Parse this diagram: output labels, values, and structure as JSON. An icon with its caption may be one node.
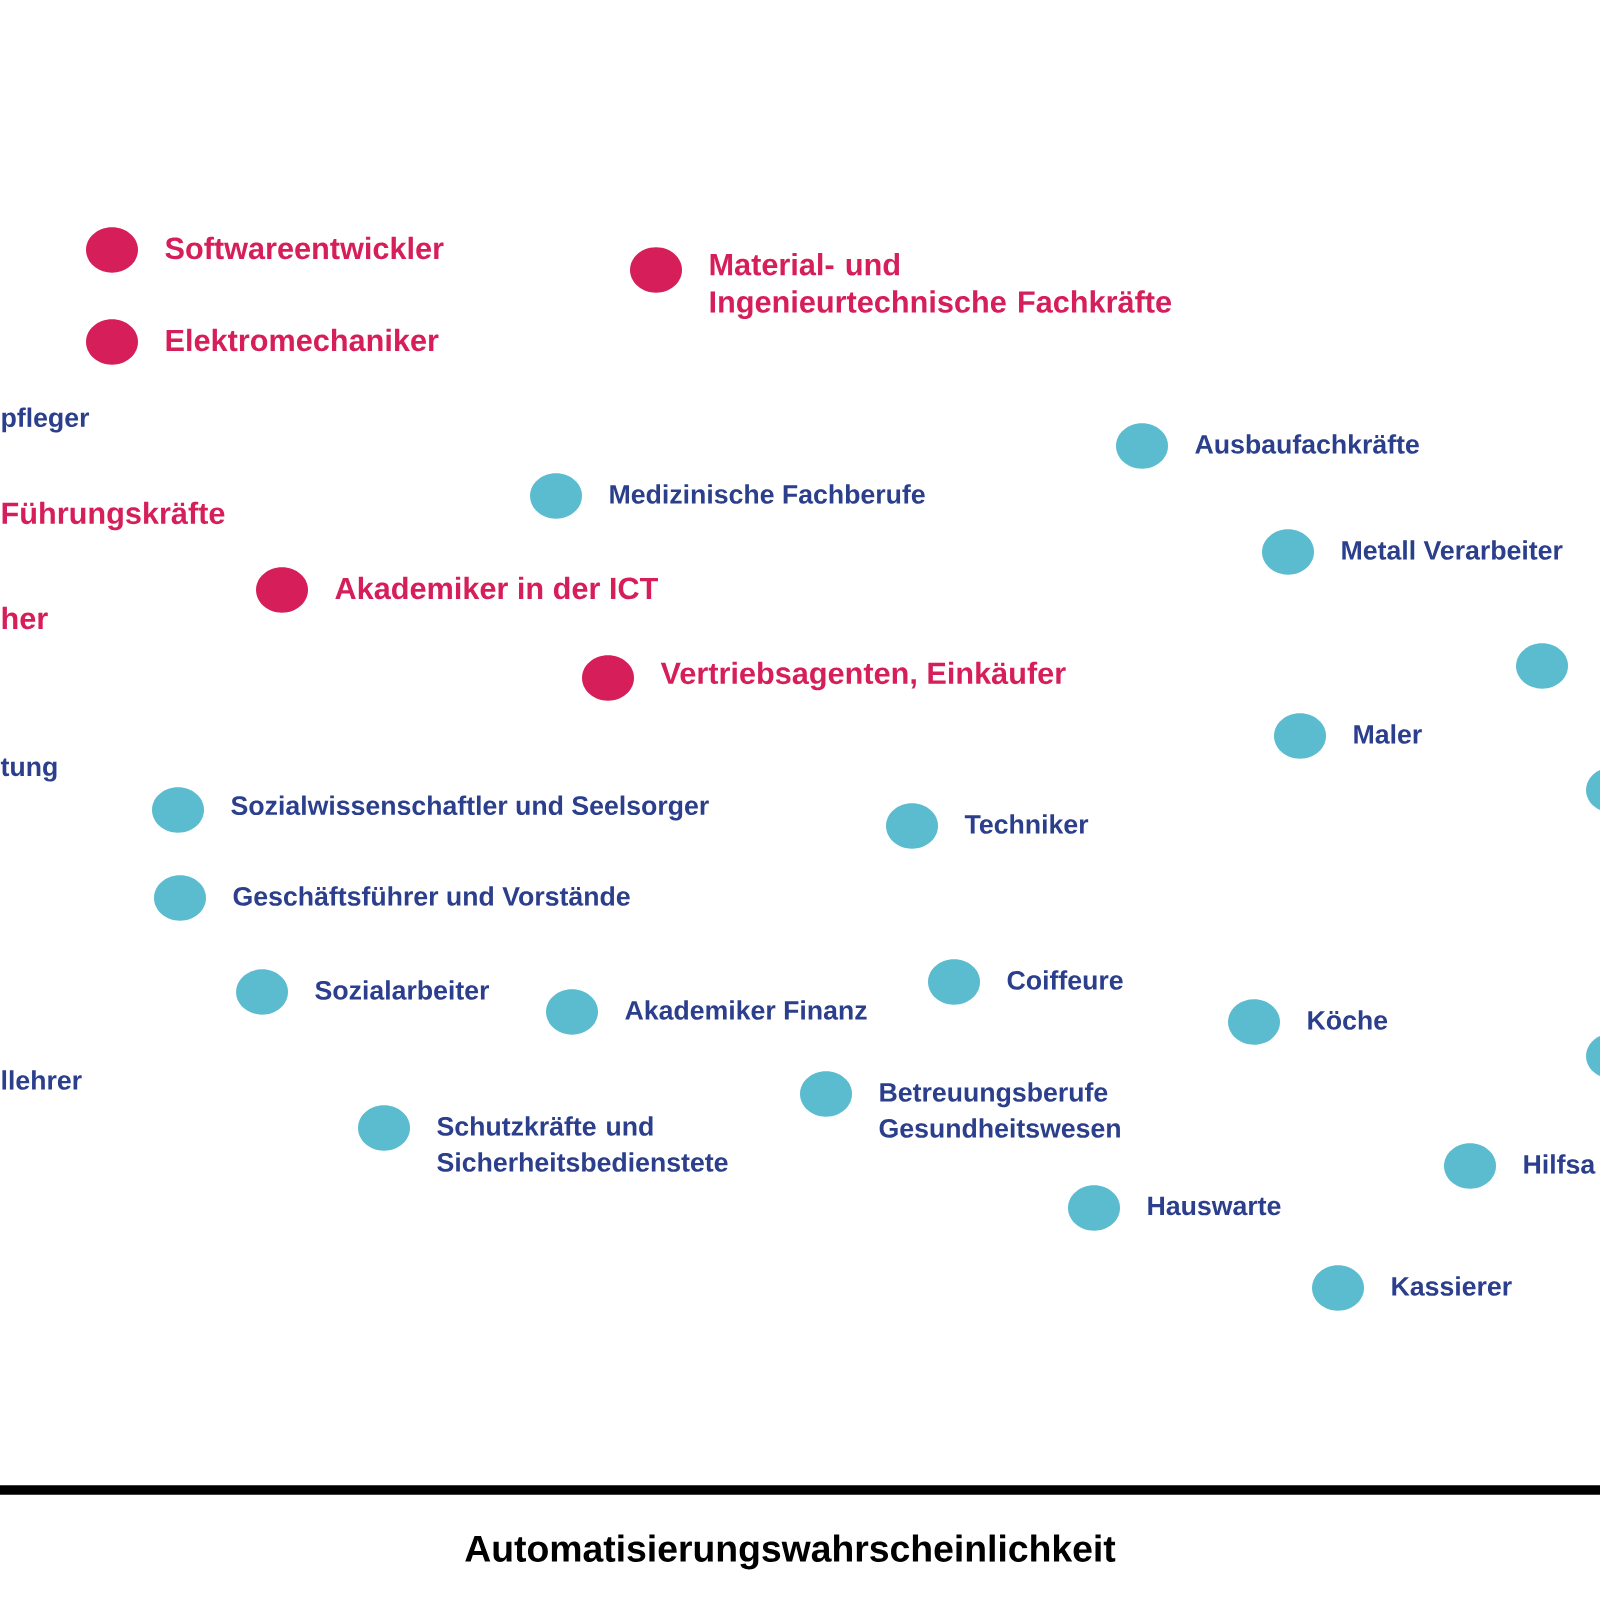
{
  "diagram": {
    "nodes": [
      {
        "text": [
          "Softwareentwickler"
        ]
      },
      {
        "text": [
          "Elektromechaniker"
        ]
      },
      {
        "text": [
          "Material- und Ingenieurtechnische Fachkräfte"
        ]
      },
      {
        "text": [
          "Medizinische Fachberufe"
        ]
      },
      {
        "text": [
          "Ausbaufachkräfte"
        ]
      },
      {
        "text": [
          "Metall Verarbeiter"
        ]
      },
      {
        "text": [
          "Akademiker in der ICT"
        ]
      },
      {
        "text": [
          "Vertriebsagenten, Einkäufer"
        ]
      },
      {
        "text": [],
        "shape": "circle"
      },
      {
        "text": [
          "Maler"
        ]
      },
      {
        "text": [],
        "shape": "circle"
      },
      {
        "text": [
          "Sozialwissenschaftler und Seelsorger"
        ]
      },
      {
        "text": [
          "Techniker"
        ]
      },
      {
        "text": [
          "Geschäftsführer und Vorstände"
        ]
      },
      {
        "text": [
          "Sozialarbeiter"
        ]
      },
      {
        "text": [
          "Akademiker Finanz"
        ]
      },
      {
        "text": [
          "Coiffeure"
        ]
      },
      {
        "text": [
          "Köche"
        ]
      },
      {
        "text": [],
        "shape": "circle"
      },
      {
        "text": [
          "Schutzkräfte und Sicherheitsbedienstete"
        ]
      },
      {
        "text": [
          "Betreuungsberufe Gesundheitswesen"
        ]
      },
      {
        "text": [
          "Hauswarte"
        ]
      },
      {
        "text": [
          "Hilfsa"
        ]
      },
      {
        "text": [
          "Kassierer"
        ]
      }
    ],
    "labels": [
      "pfleger",
      "Führungskräfte",
      "her",
      "tung",
      "llehrer",
      "Automatisierungswahrscheinlichkeit"
    ]
  }
}
